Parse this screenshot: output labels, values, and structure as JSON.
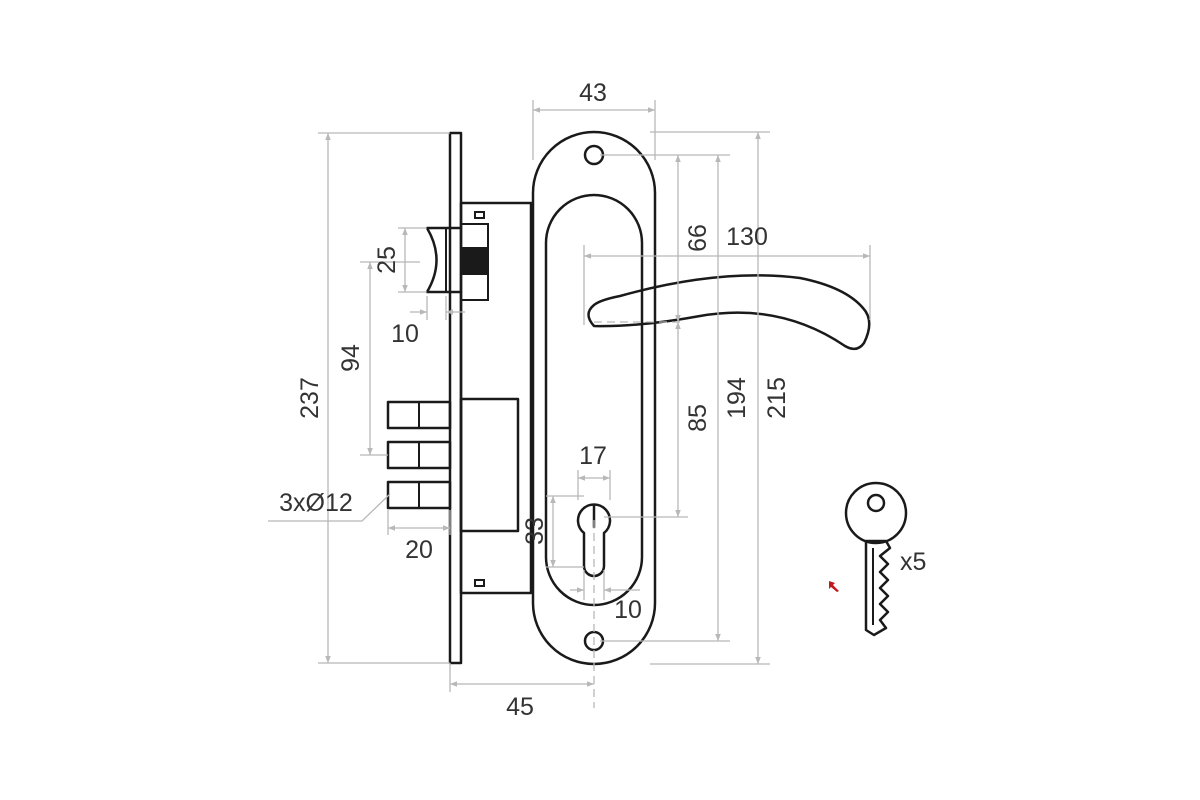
{
  "dimensions": {
    "plate_width": "43",
    "handle_length": "130",
    "hole_to_handle": "66",
    "handle_to_cylinder": "85",
    "hole_spacing": "194",
    "plate_height": "215",
    "faceplate_height": "237",
    "latch_height": "25",
    "latch_projection": "10",
    "latch_to_bolt": "94",
    "bolts": "3xØ12",
    "bolt_projection": "20",
    "cylinder_width": "17",
    "cylinder_height": "33",
    "cylinder_offset": "10",
    "backset": "45"
  },
  "keys": {
    "count": "x5"
  },
  "colors": {
    "outline": "#1a1a1a",
    "dimension": "#b8b8b8",
    "text": "#333333"
  }
}
